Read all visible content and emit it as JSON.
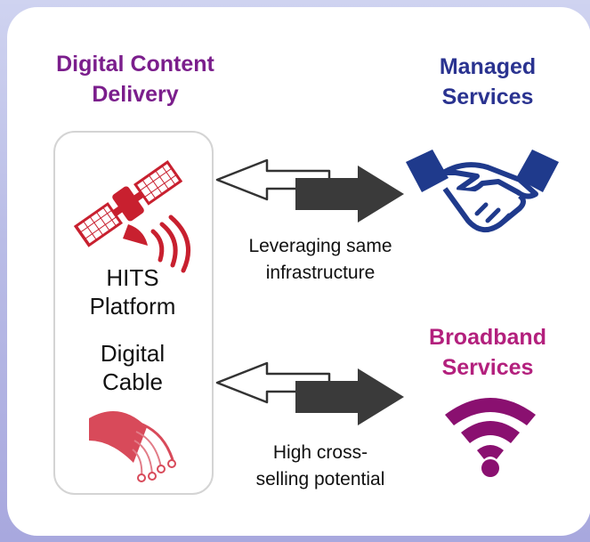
{
  "colors": {
    "digital_content": "#7b1e8c",
    "managed": "#2a3390",
    "broadband": "#b3207d",
    "satellite": "#c8202f",
    "handshake": "#1f3a8c",
    "wifi": "#8a1070",
    "cable": "#d84a5a"
  },
  "left_title": "Digital Content\nDelivery",
  "right_top_title": "Managed\nServices",
  "right_bottom_title": "Broadband\nServices",
  "platform": {
    "line1": "HITS\nPlatform",
    "line2": "Digital\nCable"
  },
  "captions": {
    "top": "Leveraging same\ninfrastructure",
    "bottom": "High cross-\nselling potential"
  },
  "icons": [
    "satellite-icon",
    "fiber-cable-icon",
    "handshake-icon",
    "wifi-icon",
    "double-arrow-icon"
  ]
}
